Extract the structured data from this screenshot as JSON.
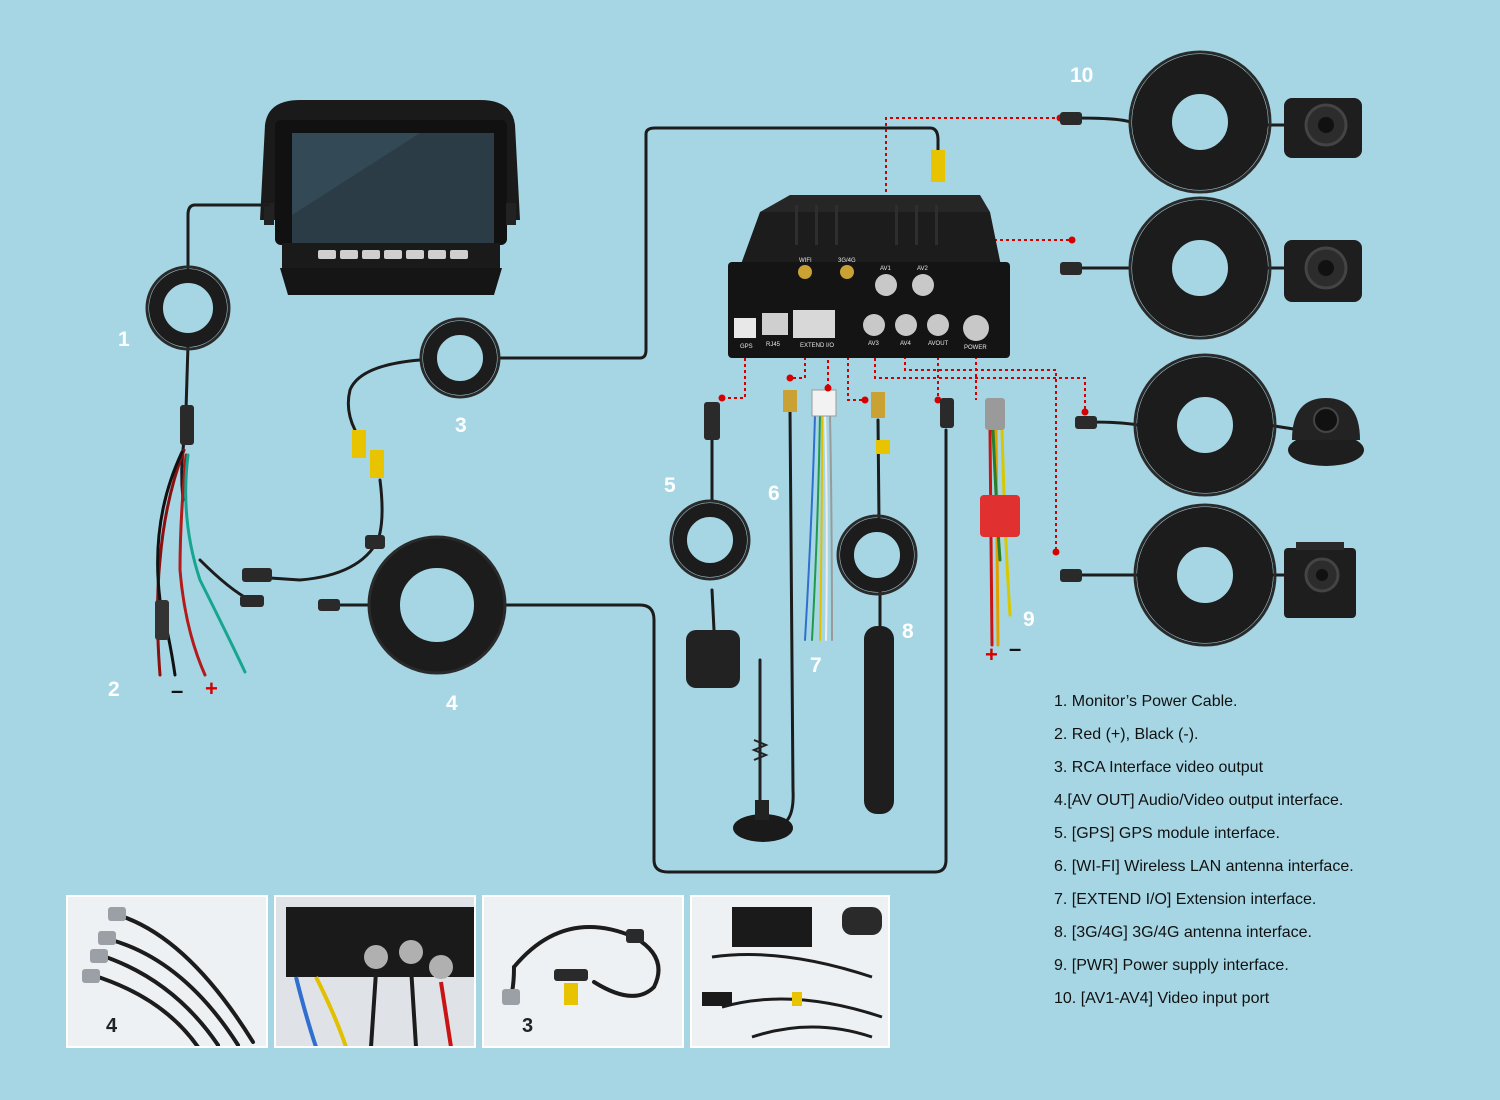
{
  "labels": {
    "n1": "1",
    "n2": "2",
    "n3": "3",
    "n4": "4",
    "n5": "5",
    "n6": "6",
    "n7": "7",
    "n8": "8",
    "n9": "9",
    "n10": "10"
  },
  "polarity": {
    "minus_2": "–",
    "plus_2": "+",
    "plus_9": "+",
    "minus_9": "–"
  },
  "dvr_ports": {
    "wifi": "WIFI",
    "g34": "3G/4G",
    "av1": "AV1",
    "av2": "AV2",
    "av3": "AV3",
    "av4": "AV4",
    "avout": "AVOUT",
    "power": "POWER",
    "gps": "GPS",
    "rj45": "RJ45",
    "extend": "EXTEND I/O"
  },
  "legend": [
    "1. Monitor’s Power Cable.",
    "2. Red (+), Black (-).",
    "3. RCA Interface video output",
    "4.[AV OUT] Audio/Video output interface.",
    "5. [GPS] GPS module interface.",
    "6. [WI-FI] Wireless LAN antenna interface.",
    "7. [EXTEND I/O] Extension interface.",
    "8. [3G/4G] 3G/4G antenna interface.",
    "9. [PWR] Power supply interface.",
    "10. [AV1-AV4] Video input port"
  ],
  "photos": {
    "p1": "4",
    "p3": "3"
  },
  "colors": {
    "background": "#a6d6e4",
    "cable": "#1c1c1c",
    "leader": "#d40000",
    "label": "#ffffff"
  }
}
